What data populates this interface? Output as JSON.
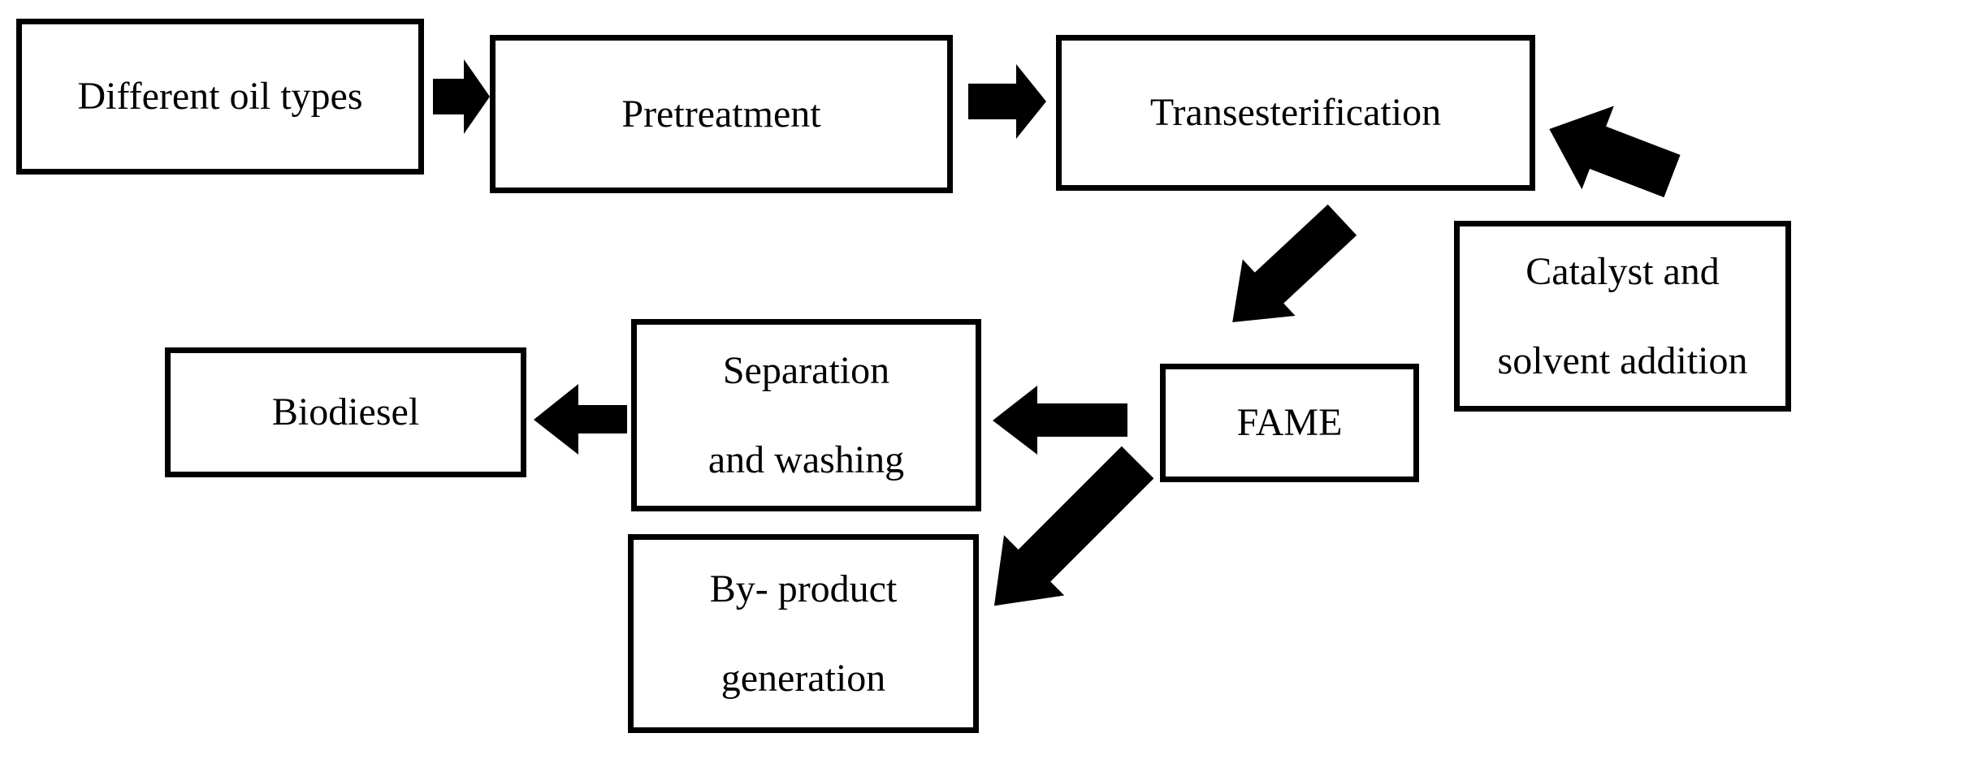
{
  "diagram": {
    "description": "Biodiesel production process flowchart",
    "colors": {
      "background": "#ffffff",
      "box_border": "#000000",
      "box_fill": "#ffffff",
      "text": "#000000",
      "arrow": "#000000"
    },
    "nodes": {
      "different_oil_types": {
        "label": "Different oil types"
      },
      "pretreatment": {
        "label": "Pretreatment"
      },
      "transesterification": {
        "label": "Transesterification"
      },
      "catalyst_solvent": {
        "lines": [
          "Catalyst and",
          "solvent addition"
        ]
      },
      "fame": {
        "label": "FAME"
      },
      "separation_washing": {
        "lines": [
          "Separation",
          "and washing"
        ]
      },
      "biodiesel": {
        "label": "Biodiesel"
      },
      "byproduct": {
        "lines": [
          "By- product",
          "generation"
        ]
      }
    },
    "edges": [
      {
        "from": "different_oil_types",
        "to": "pretreatment",
        "direction": "right"
      },
      {
        "from": "pretreatment",
        "to": "transesterification",
        "direction": "right"
      },
      {
        "from": "catalyst_solvent",
        "to": "transesterification",
        "direction": "up-left"
      },
      {
        "from": "transesterification",
        "to": "fame",
        "direction": "down-left"
      },
      {
        "from": "fame",
        "to": "separation_washing",
        "direction": "left"
      },
      {
        "from": "separation_washing",
        "to": "biodiesel",
        "direction": "left"
      },
      {
        "from": "fame",
        "to": "byproduct",
        "direction": "down-left"
      }
    ]
  }
}
